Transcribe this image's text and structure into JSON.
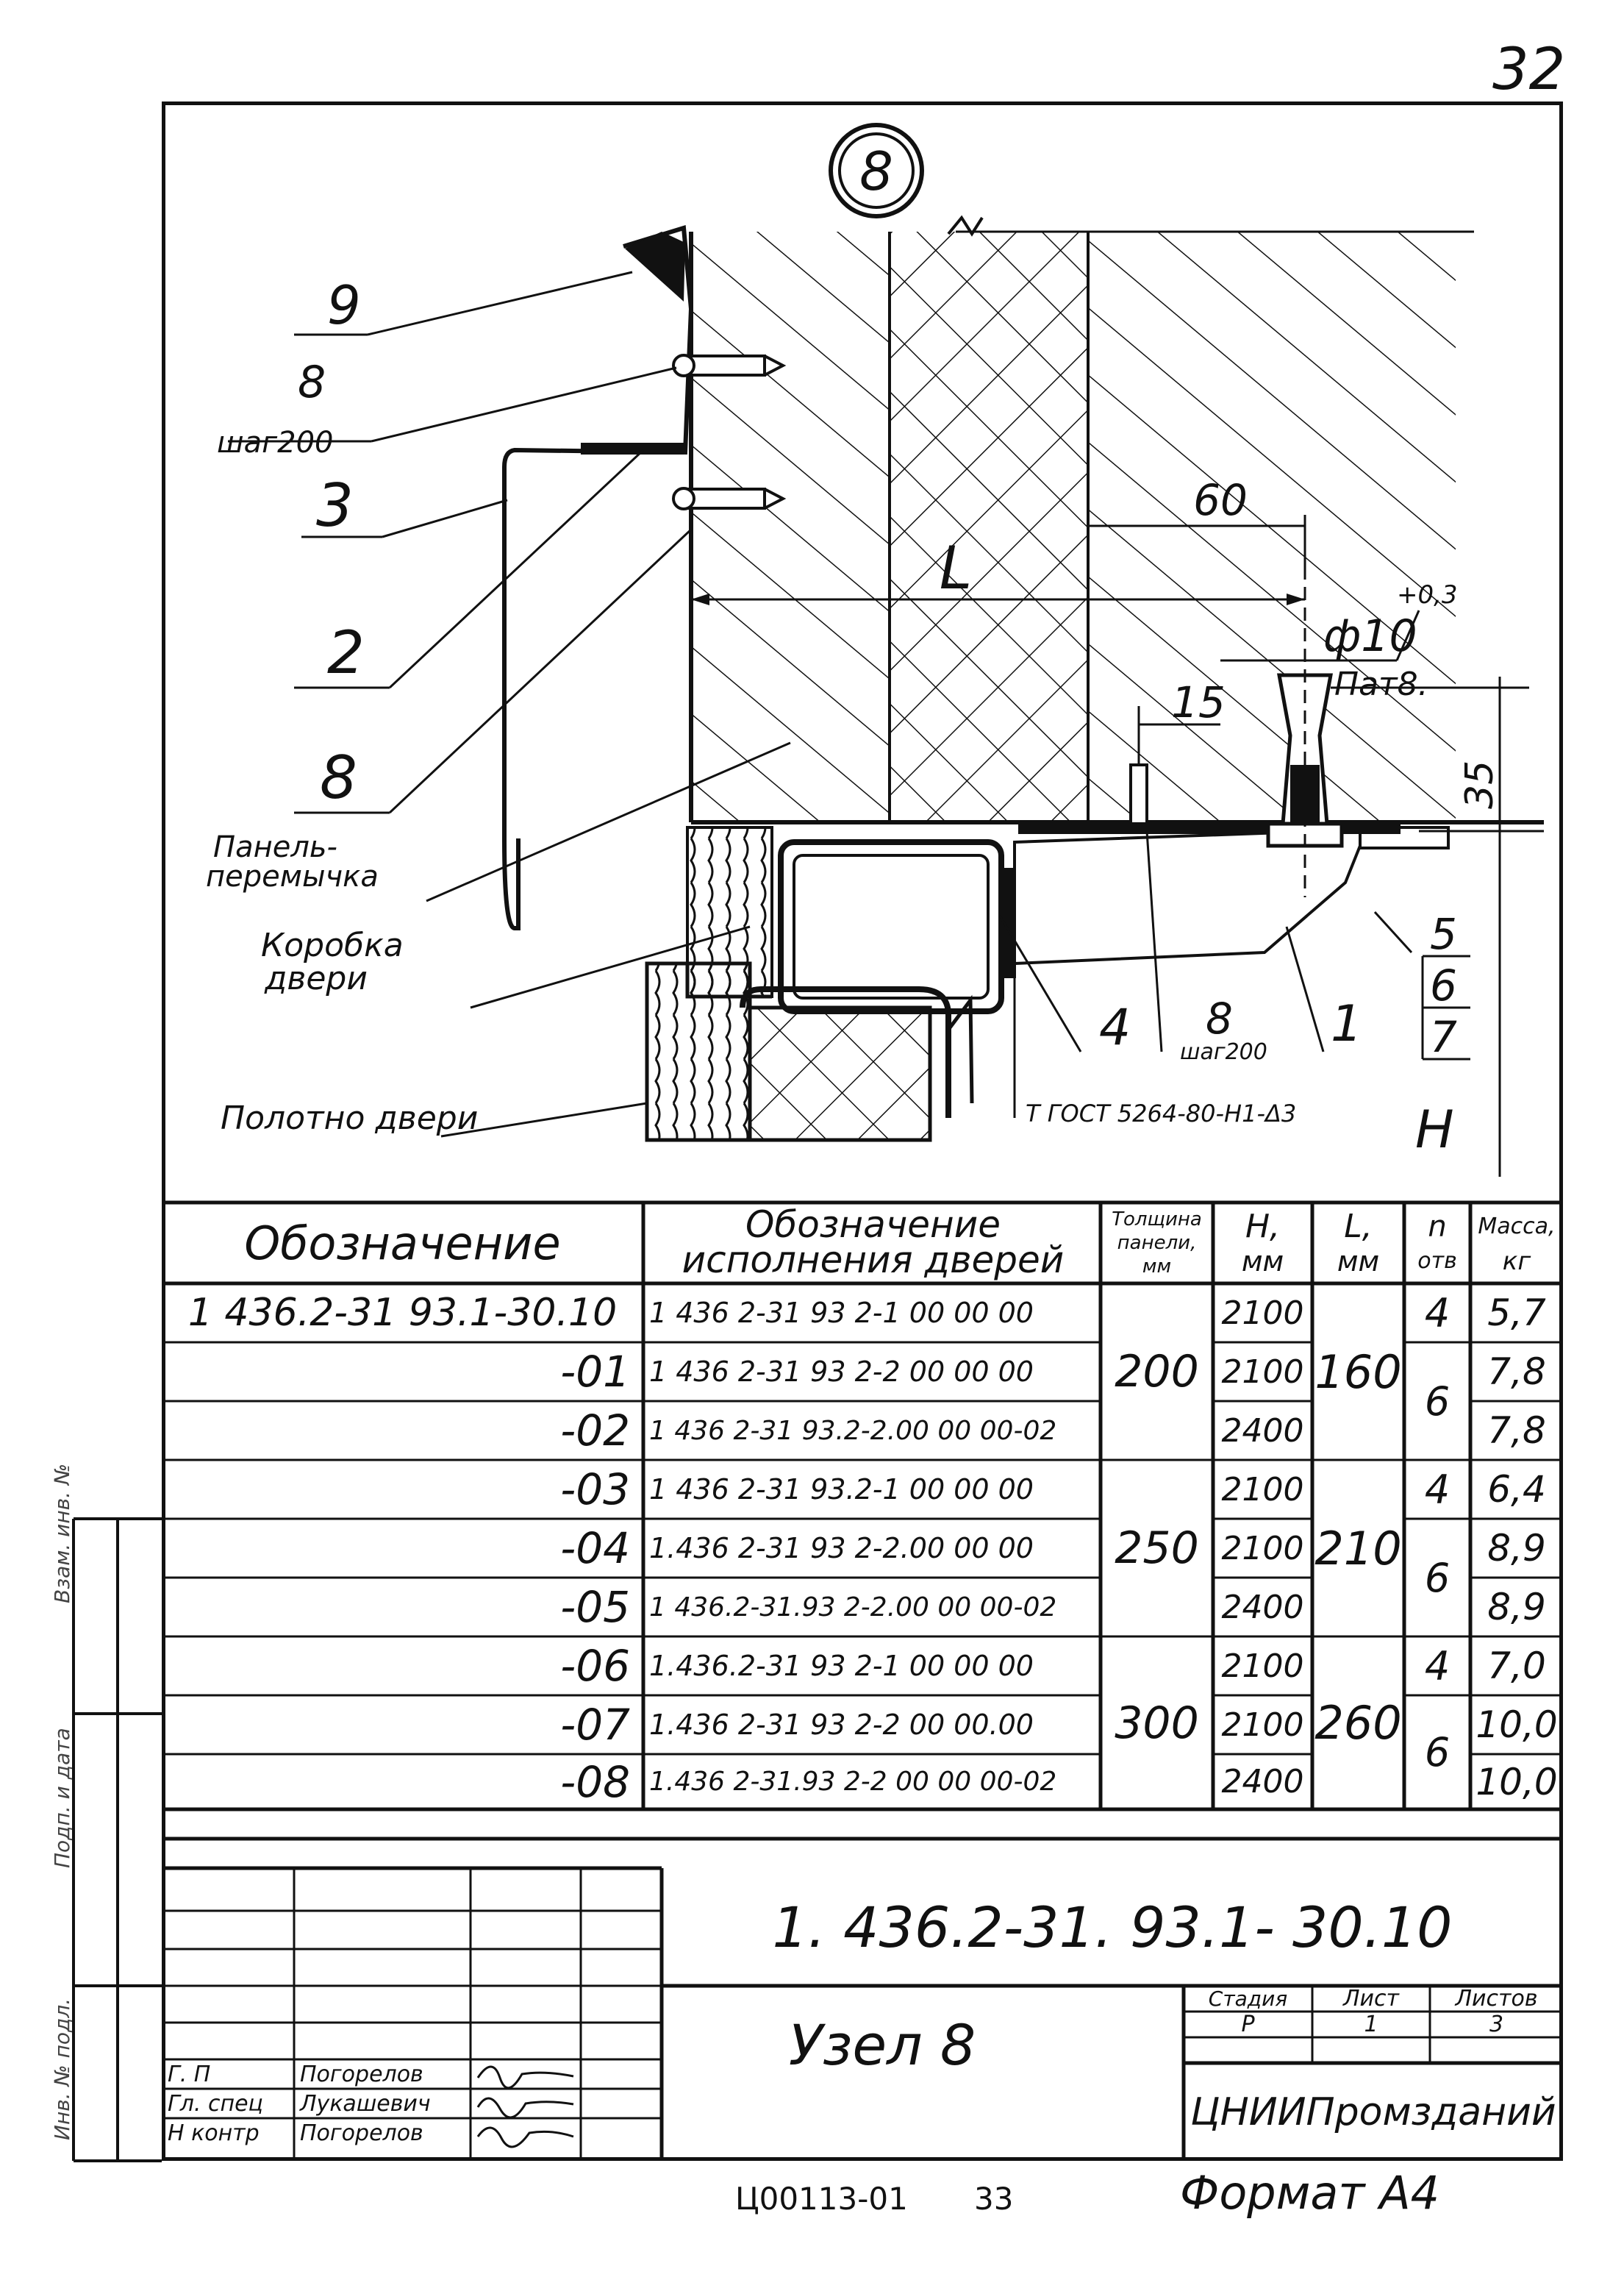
{
  "page_number": "32",
  "node_number": "8",
  "drawing_labels": {
    "l9": "9",
    "l8a": "8",
    "step_a": "шаг200",
    "l3": "3",
    "l2": "2",
    "l8b": "8",
    "panel": [
      "Панель-",
      "перемычка"
    ],
    "frame": [
      "Коробка",
      "двери"
    ],
    "door_leaf": "Полотно двери",
    "dim60": "60",
    "dimL": "L",
    "dim_dia": "ф10",
    "dim_tol": "+0,3",
    "part_note": "Пат8.",
    "dim15": "15",
    "dim35": "35",
    "l4": "4",
    "l8c": "8",
    "step_b": "шаг200",
    "l1": "1",
    "l5": "5",
    "l6": "6",
    "l7": "7",
    "gost": "Т ГОСТ 5264-80-Н1-Δ3",
    "dimH": "Н"
  },
  "table": {
    "headers": {
      "designation": "Обозначение",
      "door_designation": [
        "Обозначение",
        "исполнения дверей"
      ],
      "thickness": [
        "Толщина",
        "панели,",
        "мм"
      ],
      "h": [
        "Н,",
        "мм"
      ],
      "l": [
        "L,",
        "мм"
      ],
      "n": [
        "n",
        "отв"
      ],
      "mass": [
        "Масса,",
        "кг"
      ]
    },
    "rows": [
      {
        "designation": "1 436.2-31 93.1-30.10",
        "door": "1 436 2-31 93 2-1 00 00 00",
        "h": "2100",
        "mass": "5,7"
      },
      {
        "designation": "-01",
        "door": "1 436 2-31 93 2-2 00 00 00",
        "h": "2100",
        "mass": "7,8"
      },
      {
        "designation": "-02",
        "door": "1 436 2-31 93.2-2.00 00 00-02",
        "h": "2400",
        "mass": "7,8"
      },
      {
        "designation": "-03",
        "door": "1 436 2-31 93.2-1 00 00 00",
        "h": "2100",
        "mass": "6,4"
      },
      {
        "designation": "-04",
        "door": "1.436 2-31 93 2-2.00 00 00",
        "h": "2100",
        "mass": "8,9"
      },
      {
        "designation": "-05",
        "door": "1 436.2-31.93 2-2.00 00 00-02",
        "h": "2400",
        "mass": "8,9"
      },
      {
        "designation": "-06",
        "door": "1.436.2-31 93 2-1 00 00 00",
        "h": "2100",
        "mass": "7,0"
      },
      {
        "designation": "-07",
        "door": "1.436 2-31 93 2-2 00 00.00",
        "h": "2100",
        "mass": "10,0"
      },
      {
        "designation": "-08",
        "door": "1.436 2-31.93 2-2 00 00 00-02",
        "h": "2400",
        "mass": "10,0"
      }
    ],
    "thickness_groups": [
      "200",
      "250",
      "300"
    ],
    "l_groups": [
      "160",
      "210",
      "260"
    ],
    "n_values": [
      "4",
      "6",
      "4",
      "6",
      "4",
      "6"
    ]
  },
  "title_block": {
    "doc_number": "1. 436.2-31. 93.1- 30.10",
    "sheet_title": "Узел 8",
    "stage_label": "Стадия",
    "sheet_label": "Лист",
    "sheets_label": "Листов",
    "stage": "Р",
    "sheet": "1",
    "sheets": "3",
    "organization": "ЦНИИПромзданий",
    "roles": [
      {
        "role": "Г. П",
        "name": "Погорелов"
      },
      {
        "role": "Гл. спец",
        "name": "Лукашевич"
      },
      {
        "role": "Н контр",
        "name": "Погорелов"
      }
    ]
  },
  "side_stamp": [
    "Взам. инв. №",
    "Подп. и дата",
    "Инв. № подл."
  ],
  "footer": {
    "code": "Ц00113-01",
    "num": "33",
    "format": "Формат А4"
  }
}
